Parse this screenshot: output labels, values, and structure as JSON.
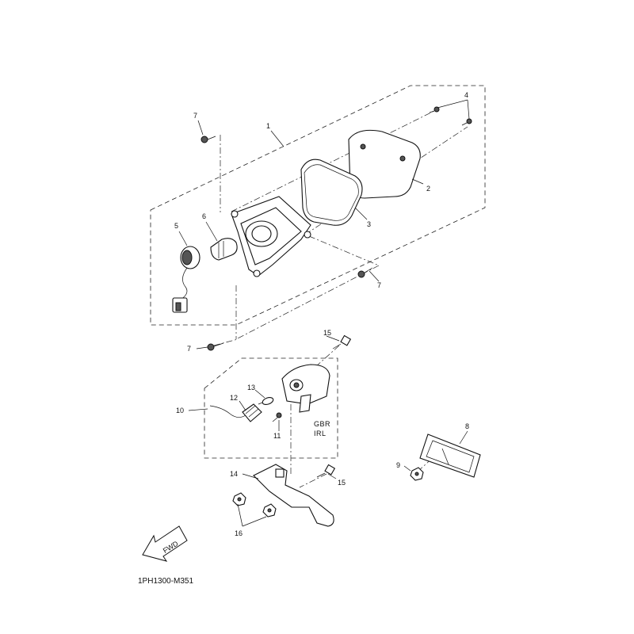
{
  "diagram": {
    "drawing_code": "1PH1300-M351",
    "direction_label": "FWD",
    "region_labels": [
      "GBR",
      "IRL"
    ],
    "callouts": {
      "c1": "1",
      "c2": "2",
      "c3": "3",
      "c4": "4",
      "c5": "5",
      "c6": "6",
      "c7a": "7",
      "c7b": "7",
      "c7c": "7",
      "c8": "8",
      "c9": "9",
      "c10": "10",
      "c11": "11",
      "c12": "12",
      "c13": "13",
      "c14": "14",
      "c15a": "15",
      "c15b": "15",
      "c16": "16"
    }
  }
}
